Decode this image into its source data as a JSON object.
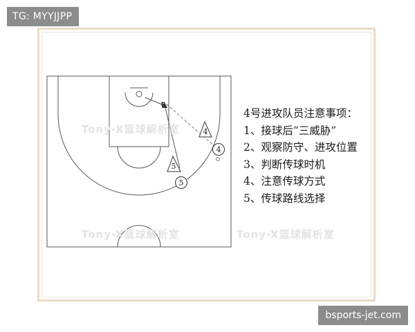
{
  "tag": "TG: MYYJJPP",
  "watermark_text": "Tony-X篮球解析室",
  "diagram": {
    "players": [
      {
        "label": "4"
      },
      {
        "label": "5"
      }
    ],
    "defenders": [
      {
        "label": "4"
      },
      {
        "label": "5"
      }
    ],
    "ball_marker": "F"
  },
  "notes": {
    "title": "4号进攻队员注意事项：",
    "items": [
      "1、接球后“三威胁”",
      "2、观察防守、进攻位置",
      "3、判断传球时机",
      "4、注意传球方式",
      "5、传球路线选择"
    ]
  },
  "source": "bsports-jet.com",
  "colors": {
    "badge_bg": "#8c8c8c",
    "frame": "#e9dcc5",
    "court_line": "#555555"
  }
}
